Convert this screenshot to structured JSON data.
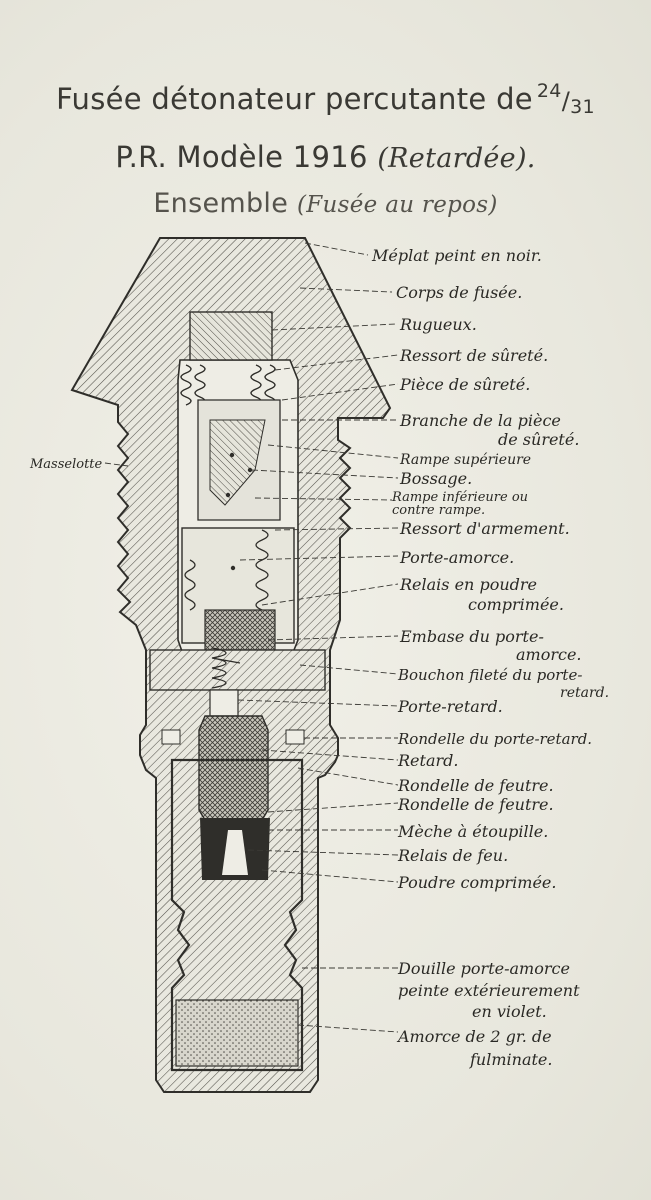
{
  "title": {
    "line1_main": "Fusée détonateur percutante de",
    "line1_num": "24",
    "line1_slash": "/",
    "line1_den": "31",
    "line2_main": "P.R. Modèle 1916",
    "line2_ital": "(Retardée).",
    "line3_main": "Ensemble",
    "line3_ital": "(Fusée au repos)"
  },
  "left_label": "Masselotte",
  "labels": [
    "Méplat peint en noir.",
    "Corps de fusée.",
    "Rugueux.",
    "Ressort de sûreté.",
    "Pièce de sûreté.",
    "Branche de la pièce",
    "de sûreté.",
    "Rampe supérieure",
    "Bossage.",
    "Rampe inférieure ou",
    "contre rampe.",
    "Ressort d'armement.",
    "Porte-amorce.",
    "Relais en poudre",
    "comprimée.",
    "Embase du porte-",
    "amorce.",
    "Bouchon fileté du porte-",
    "retard.",
    "Porte-retard.",
    "Rondelle du porte-retard.",
    "Retard.",
    "Rondelle de feutre.",
    "Rondelle de feutre.",
    "Mèche à étoupille.",
    "Relais de feu.",
    "Poudre comprimée.",
    "Douille porte-amorce",
    "peinte extérieurement",
    "en violet.",
    "Amorce de 2 gr. de",
    "fulminate."
  ],
  "colors": {
    "paper": "#ecebe2",
    "ink": "#2b2a26",
    "hatch": "#4a4944"
  }
}
